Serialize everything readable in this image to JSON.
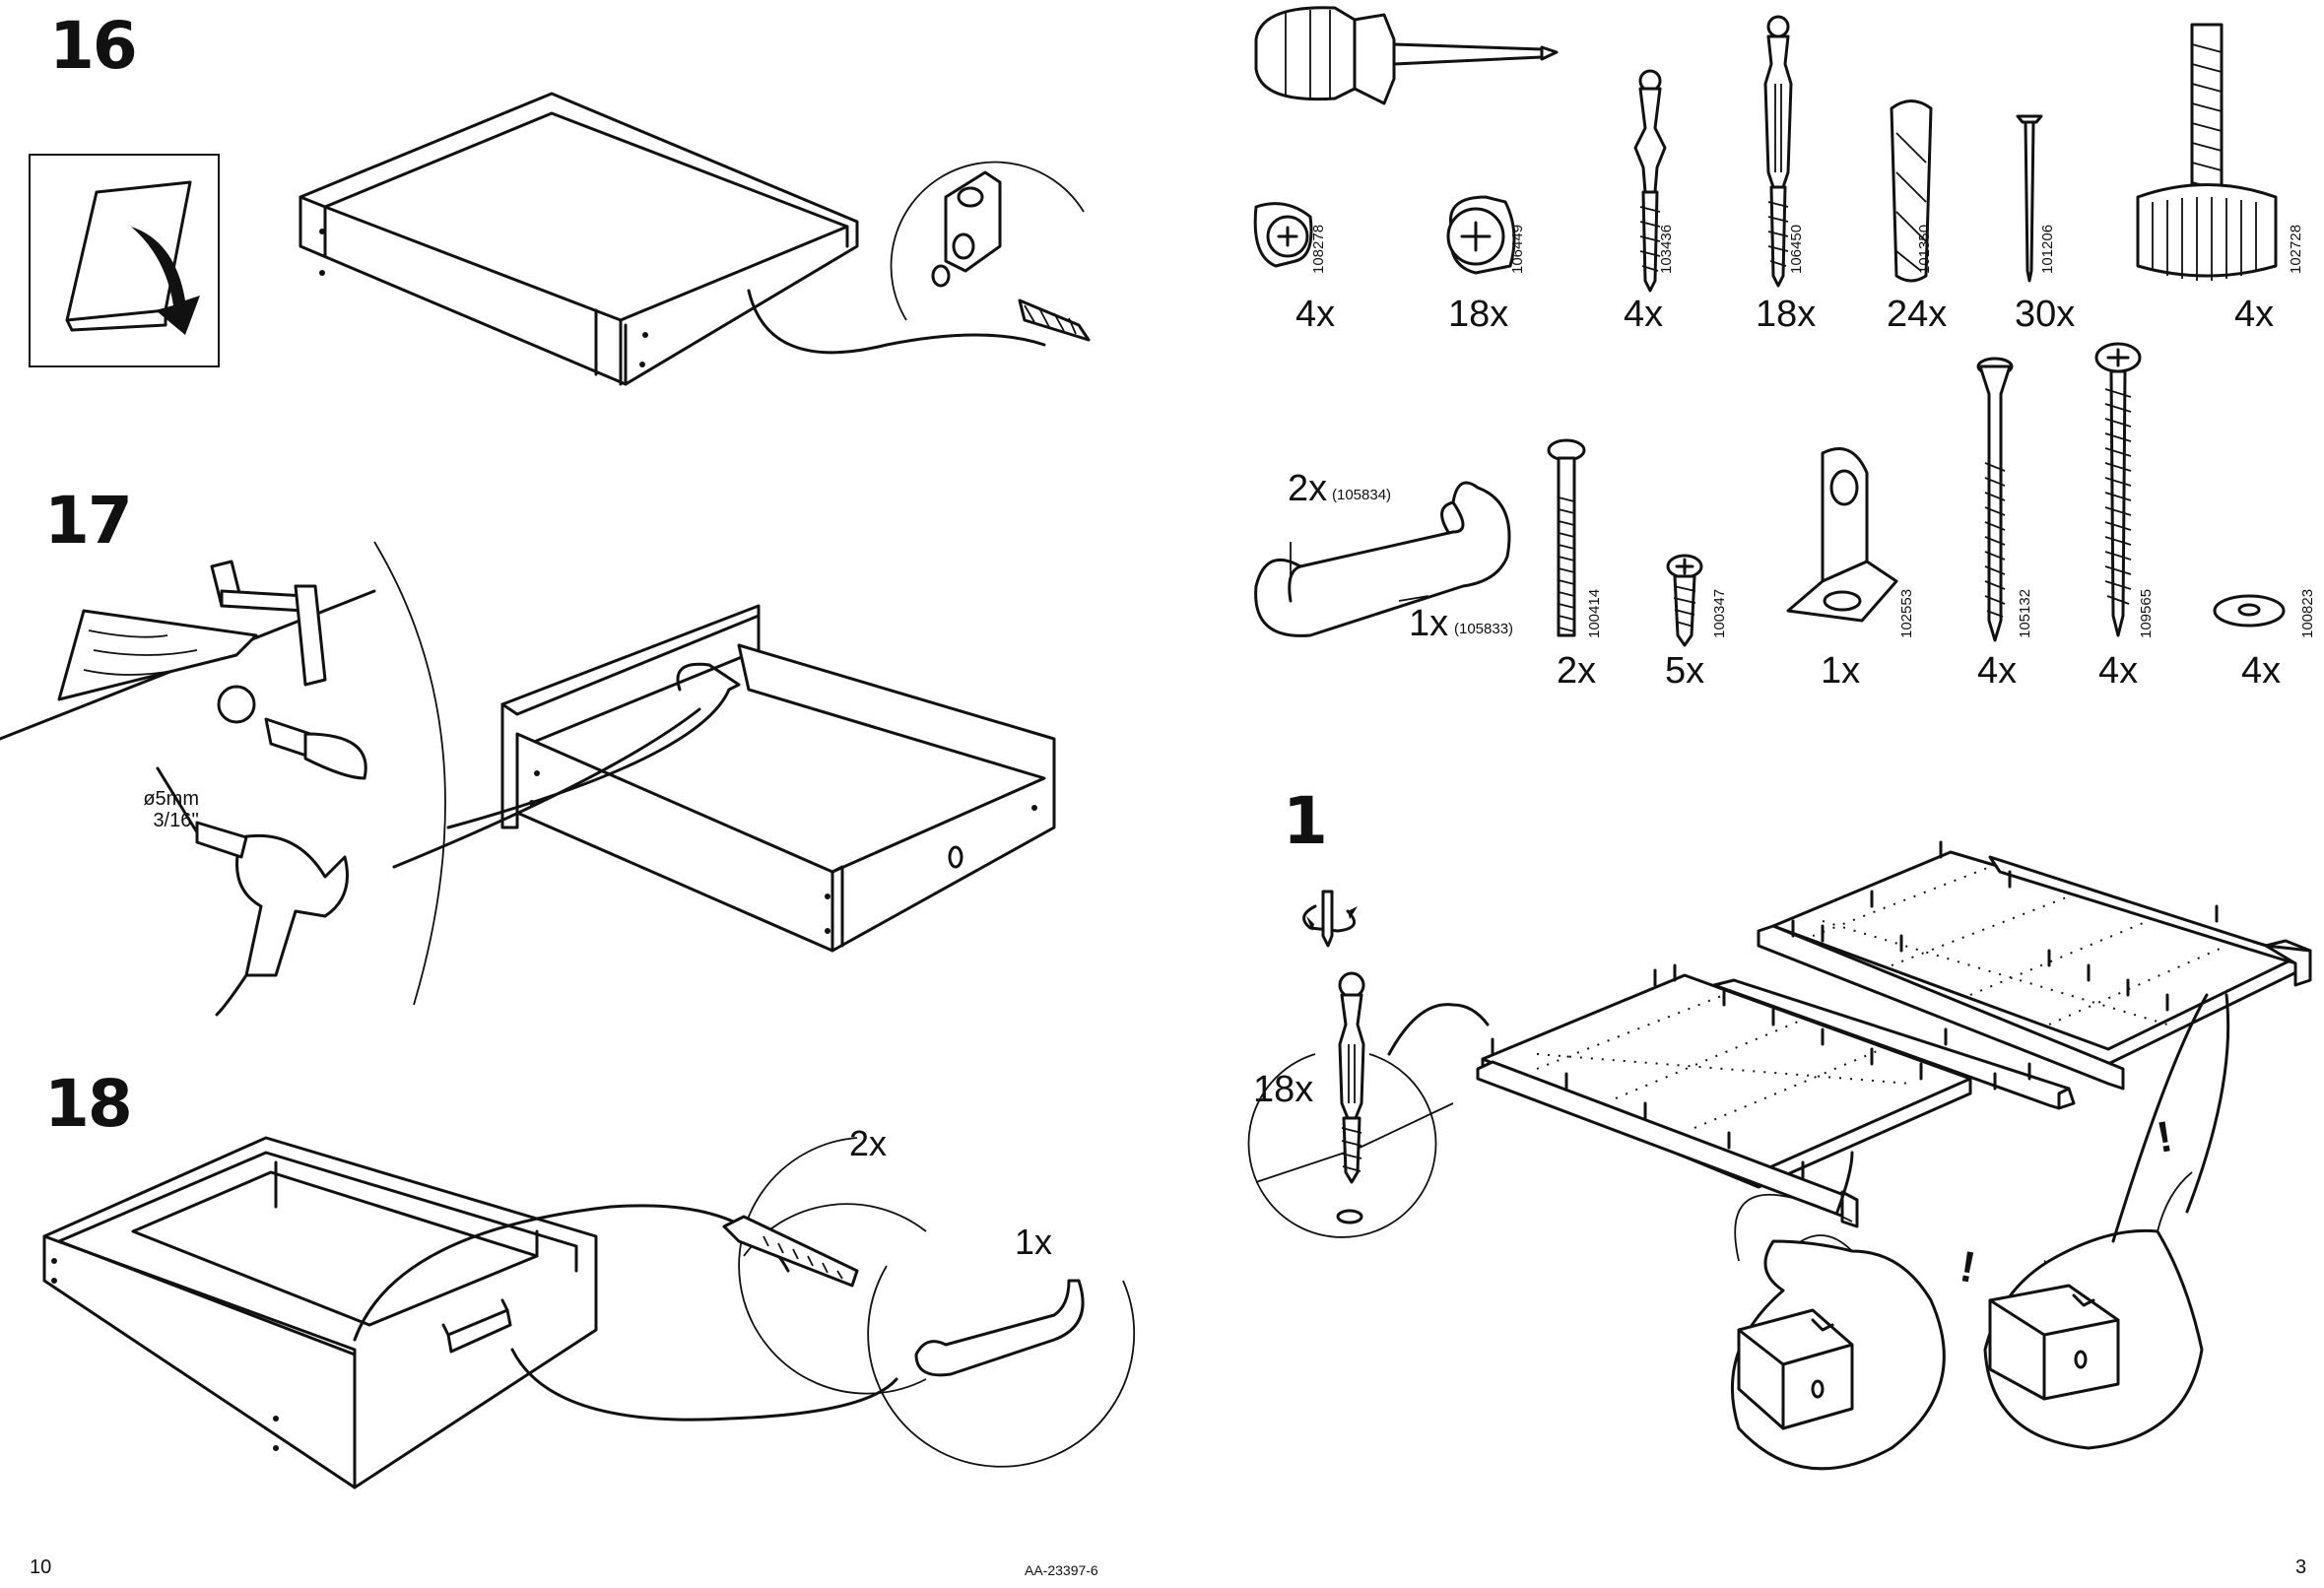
{
  "steps": {
    "s16": "16",
    "s17": "17",
    "s18": "18",
    "s1": "1"
  },
  "step17": {
    "drill_size": "ø5mm",
    "drill_size_in": "3/16''"
  },
  "step18": {
    "bolt_qty": "2x",
    "handle_qty": "1x"
  },
  "step1": {
    "qty": "18x",
    "warning_mark": "!"
  },
  "parts_row1": [
    {
      "code": "108278",
      "qty": "4x"
    },
    {
      "code": "106449",
      "qty": "18x"
    },
    {
      "code": "103436",
      "qty": "4x"
    },
    {
      "code": "106450",
      "qty": "18x"
    },
    {
      "code": "101350",
      "qty": "24x"
    },
    {
      "code": "101206",
      "qty": "30x"
    },
    {
      "code": "102728",
      "qty": "4x"
    }
  ],
  "handles": {
    "small_qty": "2x",
    "small_code": "(105834)",
    "large_qty": "1x",
    "large_code": "(105833)"
  },
  "parts_row2": [
    {
      "code": "100414",
      "qty": "2x"
    },
    {
      "code": "100347",
      "qty": "5x"
    },
    {
      "code": "102553",
      "qty": "1x"
    },
    {
      "code": "105132",
      "qty": "4x"
    },
    {
      "code": "109565",
      "qty": "4x"
    },
    {
      "code": "100823",
      "qty": "4x"
    }
  ],
  "footer": {
    "page_left": "10",
    "doc_id": "AA-23397-6",
    "page_right": "3"
  }
}
